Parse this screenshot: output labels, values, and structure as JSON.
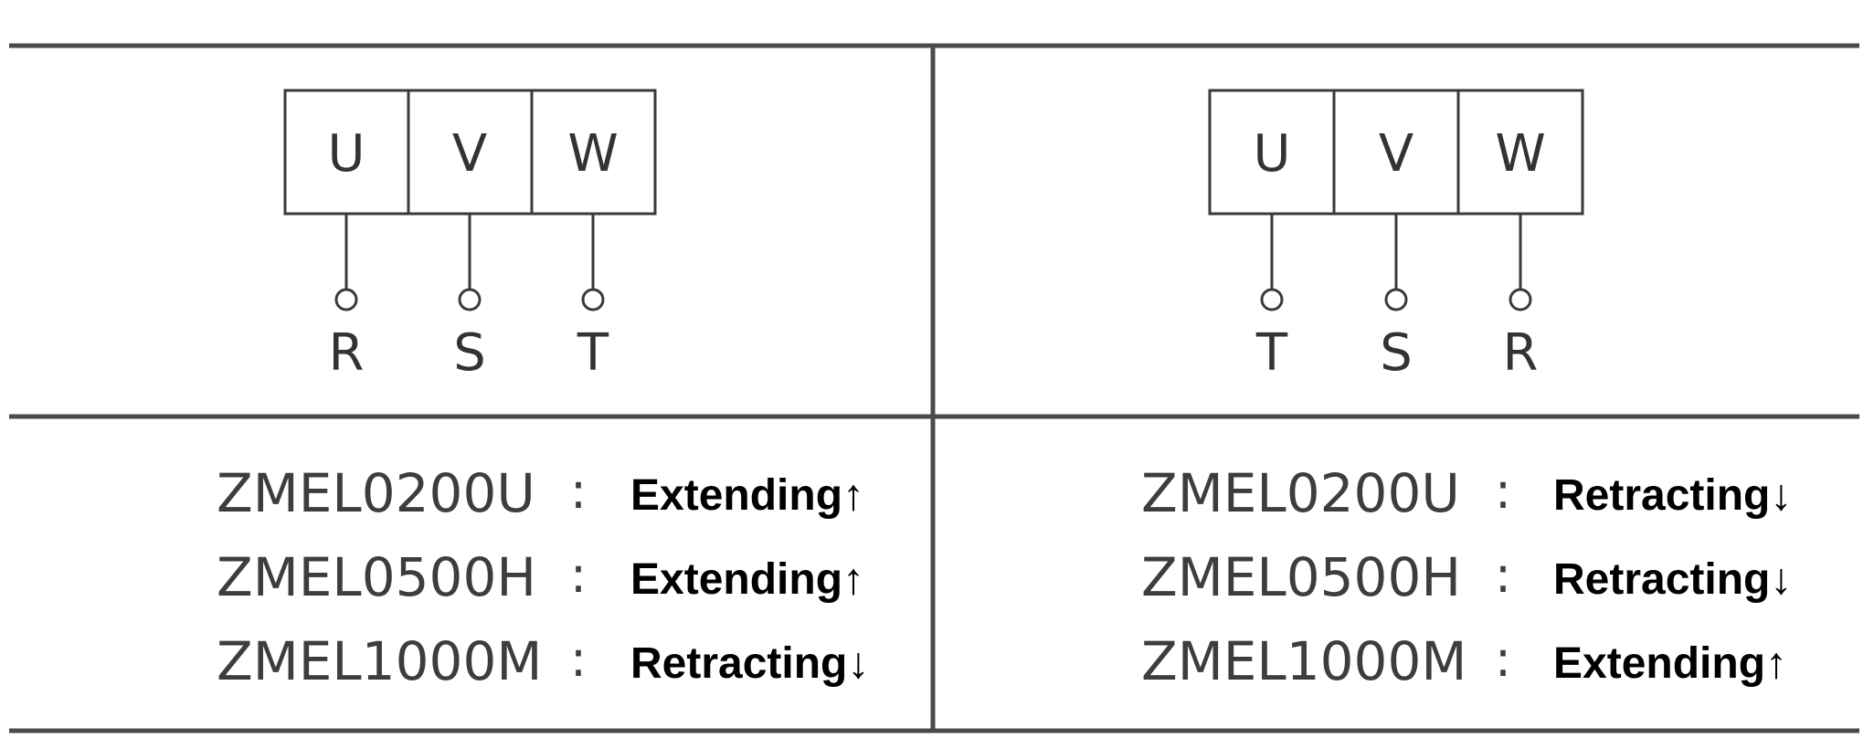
{
  "panels": [
    {
      "motor_terminals": [
        "U",
        "V",
        "W"
      ],
      "supply_terminals": [
        "R",
        "S",
        "T"
      ],
      "rows": [
        {
          "model": "ZMEL0200U",
          "separator": ":",
          "action": "Extending↑"
        },
        {
          "model": "ZMEL0500H",
          "separator": ":",
          "action": "Extending↑"
        },
        {
          "model": "ZMEL1000M",
          "separator": ":",
          "action": "Retracting↓"
        }
      ]
    },
    {
      "motor_terminals": [
        "U",
        "V",
        "W"
      ],
      "supply_terminals": [
        "T",
        "S",
        "R"
      ],
      "rows": [
        {
          "model": "ZMEL0200U",
          "separator": ":",
          "action": "Retracting↓"
        },
        {
          "model": "ZMEL0500H",
          "separator": ":",
          "action": "Retracting↓"
        },
        {
          "model": "ZMEL1000M",
          "separator": ":",
          "action": "Extending↑"
        }
      ]
    }
  ]
}
